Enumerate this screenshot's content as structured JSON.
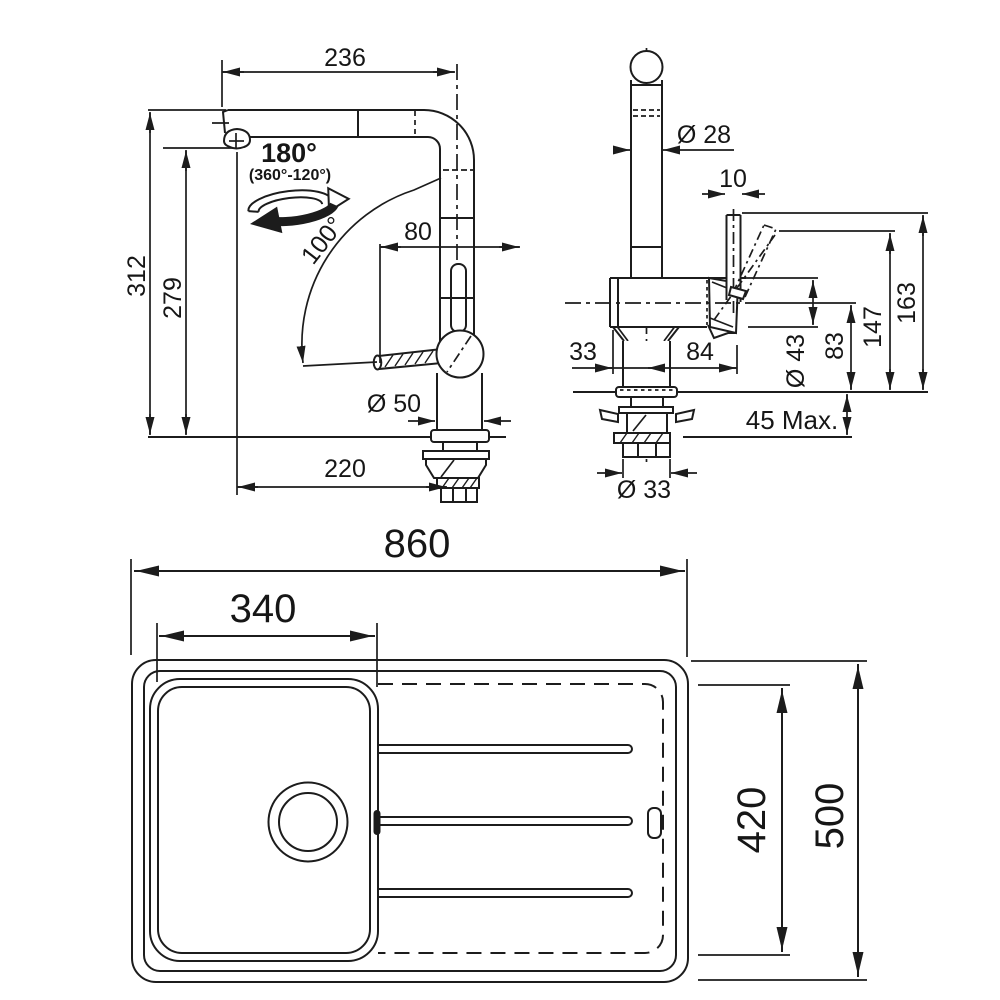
{
  "style": {
    "line_color": "#1c1c1c",
    "background": "#ffffff"
  },
  "faucet_front_view": {
    "dim_spout_reach": "236",
    "dim_height_total": "312",
    "dim_height_spout": "279",
    "swivel_label": "180°",
    "swivel_range_label": "(360°-120°)",
    "handle_swing_label": "100°",
    "dim_handle_length": "80",
    "dim_base_diameter": "Ø 50",
    "dim_outlet_to_base": "220"
  },
  "faucet_side_view": {
    "dim_spout_diameter": "Ø 28",
    "dim_lever_width": "10",
    "dim_back_offset": "33",
    "dim_body_length": "84",
    "dim_body_diameter": "Ø 43",
    "dim_height_body_axis": "83",
    "dim_height_lever_tilted": "147",
    "dim_height_lever_up": "163",
    "dim_deck_thickness_max": "45 Max.",
    "dim_shank_diameter": "Ø 33"
  },
  "sink_top_view": {
    "dim_width_overall": "860",
    "dim_bowl_width": "340",
    "dim_depth_inner": "420",
    "dim_depth_overall": "500"
  }
}
